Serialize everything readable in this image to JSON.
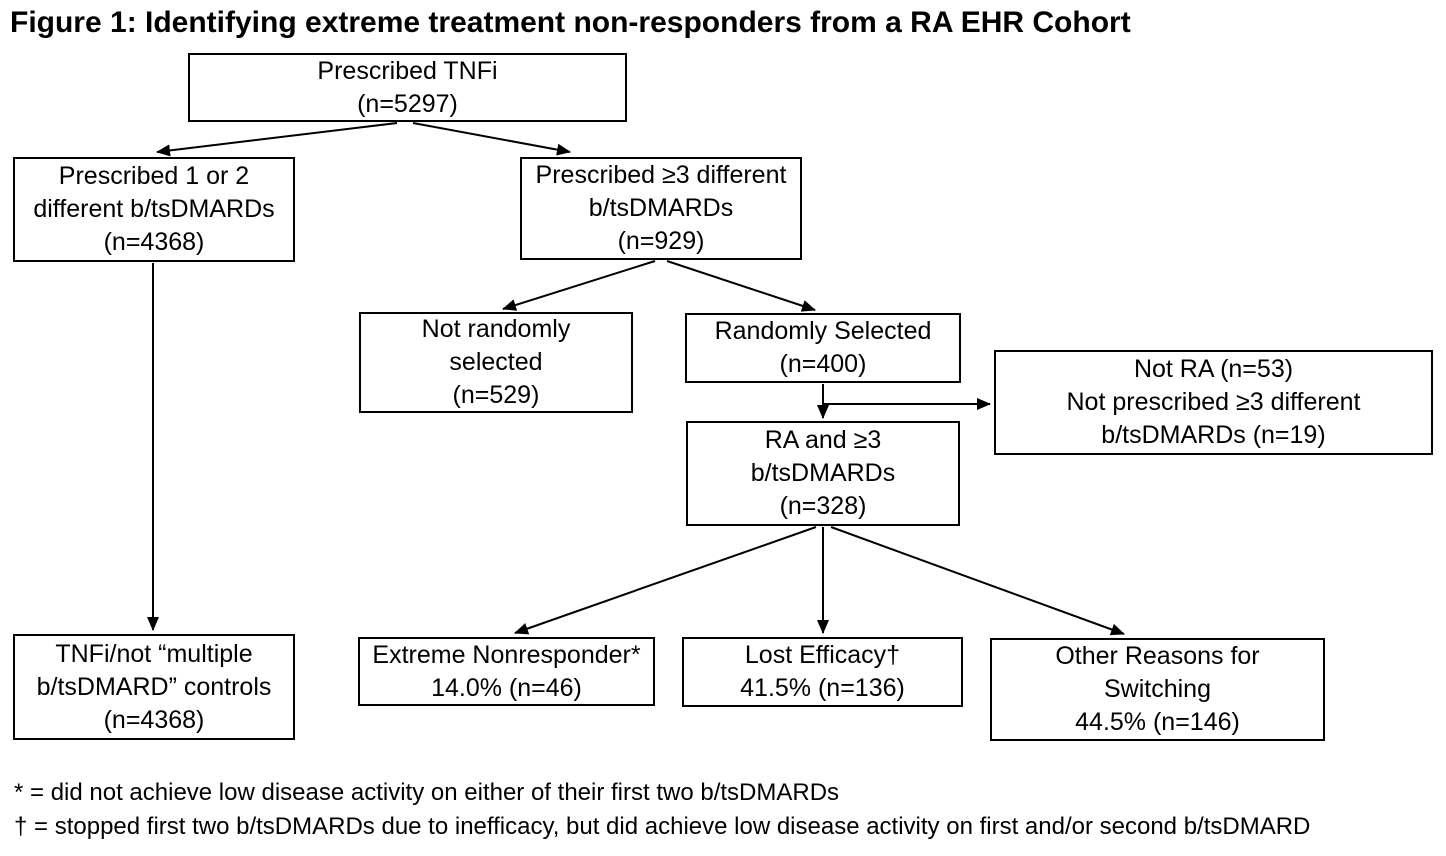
{
  "figure": {
    "title": "Figure 1: Identifying extreme treatment non-responders from a RA EHR Cohort",
    "nodes": {
      "prescribed_tnfi": "Prescribed TNFi\n(n=5297)",
      "one_or_two_dmards": "Prescribed 1 or 2\ndifferent b/tsDMARDs\n(n=4368)",
      "three_plus_dmards": "Prescribed ≥3 different\nb/tsDMARDs\n(n=929)",
      "not_randomly_selected": "Not randomly\nselected\n(n=529)",
      "randomly_selected": "Randomly Selected\n(n=400)",
      "excluded": "Not RA (n=53)\nNot prescribed ≥3 different\nb/tsDMARDs (n=19)",
      "ra_three_plus": "RA and ≥3\nb/tsDMARDs\n(n=328)",
      "controls": "TNFi/not “multiple\nb/tsDMARD” controls\n(n=4368)",
      "extreme_nonresponder": "Extreme Nonresponder*\n14.0% (n=46)",
      "lost_efficacy": "Lost Efficacy†\n41.5% (n=136)",
      "other_reasons": "Other Reasons for\nSwitching\n44.5% (n=146)"
    },
    "footnotes": [
      "* = did not achieve low disease activity on either of their first two b/tsDMARDs",
      "† = stopped first two b/tsDMARDs due to inefficacy, but did achieve low disease activity on first and/or second b/tsDMARD"
    ],
    "colors": {
      "line": "#000000",
      "background": "#ffffff",
      "text": "#000000"
    }
  }
}
